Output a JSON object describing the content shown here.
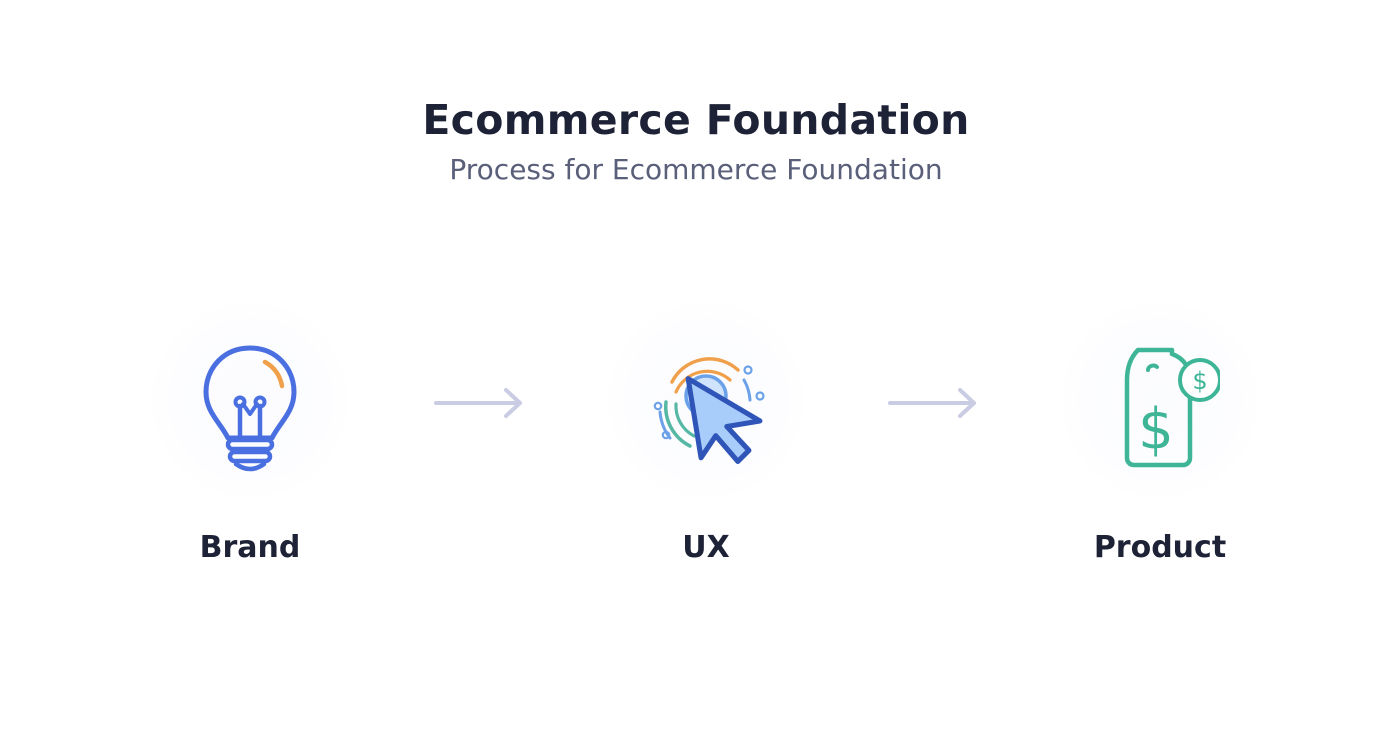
{
  "header": {
    "title": "Ecommerce Foundation",
    "subtitle": "Process for Ecommerce Foundation"
  },
  "steps": [
    {
      "label": "Brand",
      "icon": "lightbulb-icon",
      "color": "#4a6fe0",
      "accent": "#f0a04b"
    },
    {
      "label": "UX",
      "icon": "cursor-click-icon",
      "color": "#2f55b8",
      "accent": "#a9cdfb"
    },
    {
      "label": "Product",
      "icon": "price-tag-dollar-icon",
      "color": "#3db596",
      "accent": "#3db596"
    }
  ],
  "arrow_color": "#c9cce2"
}
